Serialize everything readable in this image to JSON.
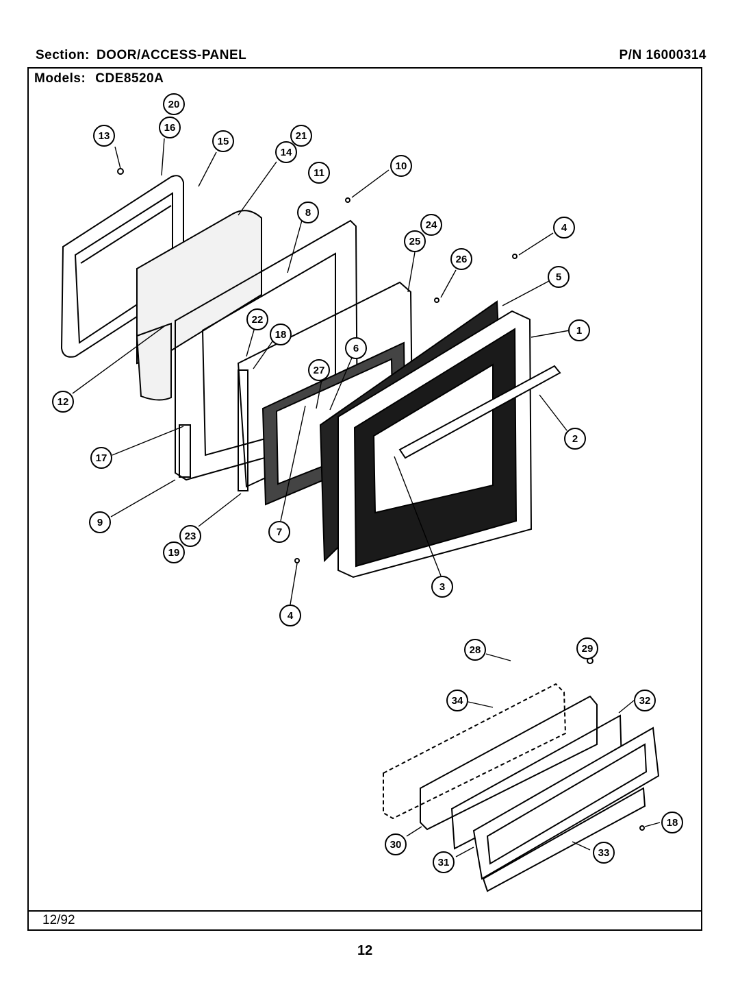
{
  "header": {
    "section_label": "Section:",
    "section_value": "DOOR/ACCESS-PANEL",
    "part_number": "P/N 16000314",
    "models_label": "Models:",
    "models_value": "CDE8520A"
  },
  "footer": {
    "date": "12/92",
    "page_number": "12"
  },
  "callouts": [
    "20",
    "16",
    "13",
    "15",
    "21",
    "14",
    "11",
    "8",
    "10",
    "24",
    "25",
    "26",
    "4",
    "5",
    "22",
    "18",
    "6",
    "27",
    "1",
    "2",
    "12",
    "17",
    "9",
    "23",
    "19",
    "7",
    "3",
    "4",
    "28",
    "29",
    "34",
    "32",
    "18",
    "30",
    "31",
    "33"
  ]
}
